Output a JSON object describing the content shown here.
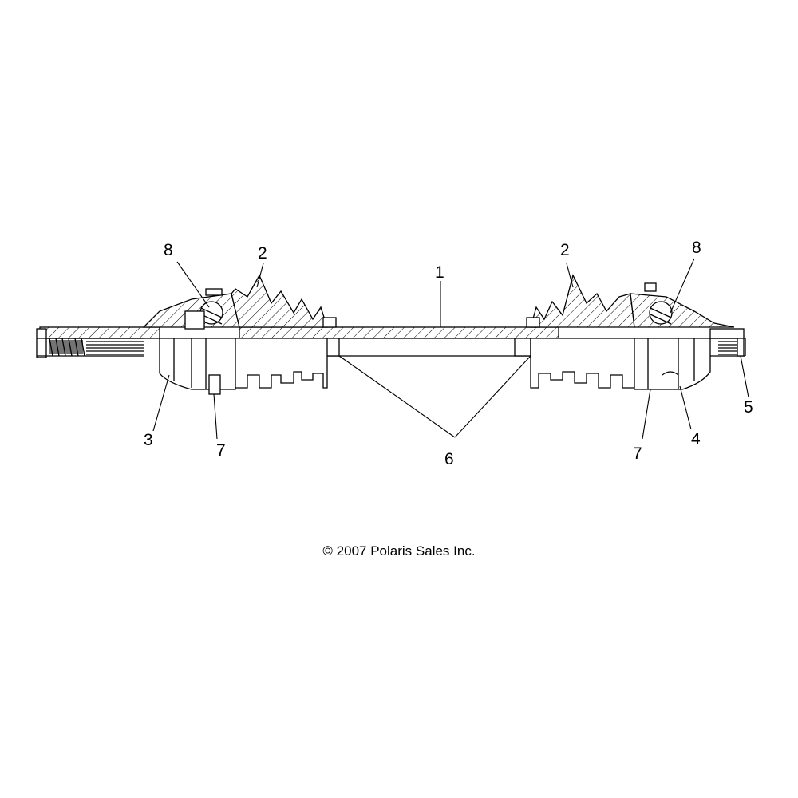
{
  "copyright": "© 2007 Polaris Sales Inc.",
  "colors": {
    "line": "#000000",
    "background": "#ffffff"
  },
  "callouts": [
    {
      "id": "c8l",
      "label": "8"
    },
    {
      "id": "c2l",
      "label": "2"
    },
    {
      "id": "c1",
      "label": "1"
    },
    {
      "id": "c2r",
      "label": "2"
    },
    {
      "id": "c8r",
      "label": "8"
    },
    {
      "id": "c3",
      "label": "3"
    },
    {
      "id": "c7l",
      "label": "7"
    },
    {
      "id": "c6",
      "label": "6"
    },
    {
      "id": "c7r",
      "label": "7"
    },
    {
      "id": "c4",
      "label": "4"
    },
    {
      "id": "c5",
      "label": "5"
    }
  ]
}
